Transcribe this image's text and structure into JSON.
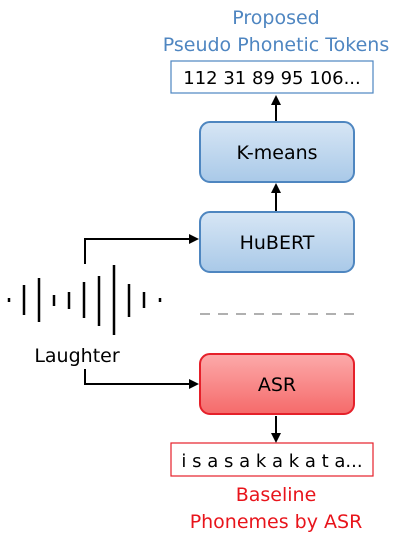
{
  "proposed": {
    "title_line1": "Proposed",
    "title_line2": "Pseudo Phonetic Tokens",
    "tokens": "112 31 89 95 106...",
    "color": "#4f86c1"
  },
  "blocks": {
    "kmeans": "K-means",
    "hubert": "HuBERT",
    "asr": "ASR"
  },
  "input": {
    "label": "Laughter"
  },
  "baseline": {
    "phonemes": "i s a s a k a k a t a...",
    "title_line1": "Baseline",
    "title_line2": "Phonemes by ASR",
    "color": "#e8141b"
  },
  "colors": {
    "blue_fill": "#c9ddf0",
    "blue_stroke": "#4e86c0",
    "red_fill": "#fb9090",
    "red_stroke": "#e5202a",
    "divider": "#b0b0b0"
  }
}
